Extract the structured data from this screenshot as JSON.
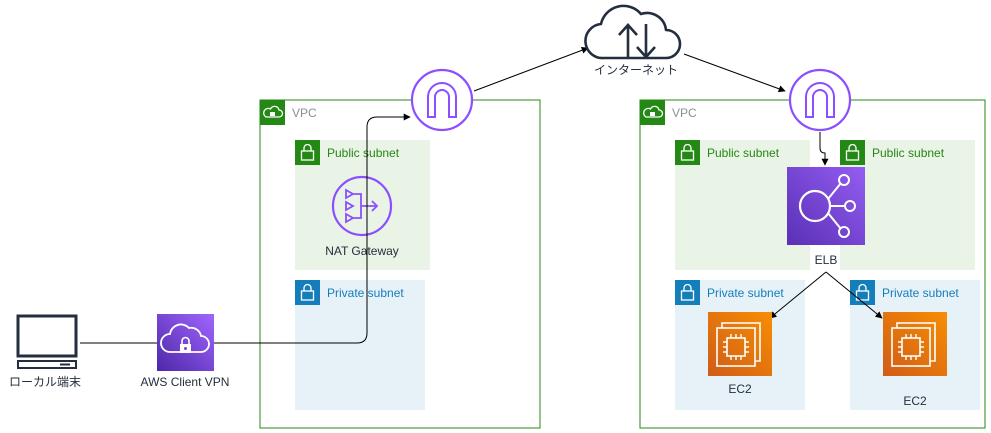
{
  "diagram": {
    "internet": {
      "label": "インターネット"
    },
    "local": {
      "label": "ローカル端末"
    },
    "vpn": {
      "label": "AWS Client VPN"
    },
    "vpc_left": {
      "label": "VPC",
      "public_subnet": {
        "label": "Public subnet"
      },
      "private_subnet": {
        "label": "Private subnet"
      },
      "nat": {
        "label": "NAT Gateway"
      }
    },
    "vpc_right": {
      "label": "VPC",
      "public_subnet_a": {
        "label": "Public subnet"
      },
      "public_subnet_b": {
        "label": "Public subnet"
      },
      "private_subnet_a": {
        "label": "Private subnet"
      },
      "private_subnet_b": {
        "label": "Private subnet"
      },
      "elb": {
        "label": "ELB"
      },
      "ec2_a": {
        "label": "EC2"
      },
      "ec2_b": {
        "label": "EC2"
      }
    },
    "colors": {
      "vpc_border": "#248814",
      "public_fill": "#e9f3e6",
      "private_fill": "#e6f2f8",
      "private_icon": "#147eba",
      "gateway": "#8c4fff",
      "elb_top": "#945df2",
      "elb_bottom": "#5a30b5",
      "ec2_top": "#f78e04",
      "ec2_bottom": "#d05c17"
    }
  }
}
